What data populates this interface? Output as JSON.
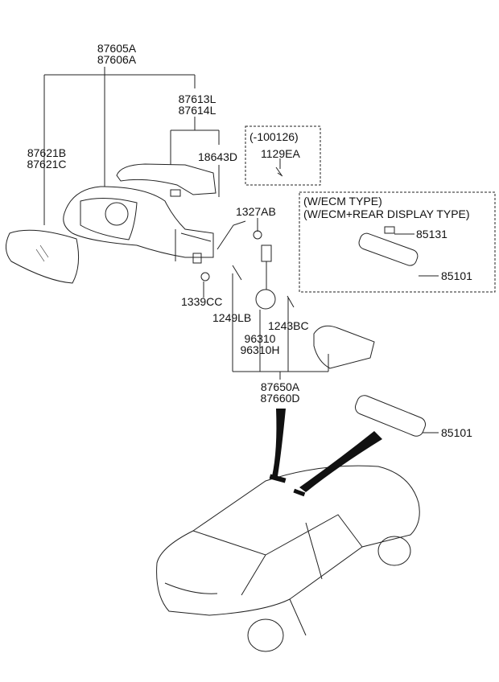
{
  "diagram": {
    "title": "Outside / Inside Rear View Mirror parts diagram",
    "callouts": {
      "mirror_assy": [
        "87605A",
        "87606A"
      ],
      "mirror_glass": [
        "87621B",
        "87621C"
      ],
      "scalp_cover": [
        "87613L",
        "87614L"
      ],
      "side_repeater": "18643D",
      "screw_box_note": "(-100126)",
      "screw": "1129EA",
      "nut_upper": "1327AB",
      "nut_lower": "1339CC",
      "screw_left": "1249LB",
      "screw_right": "1243BC",
      "camera": [
        "96310",
        "96310H"
      ],
      "garnish_assy": [
        "87650A",
        "87660D"
      ],
      "ecm_box_note": [
        "(W/ECM TYPE)",
        "(W/ECM+REAR DISPLAY TYPE)"
      ],
      "ecm_cover": "85131",
      "ecm_mirror": "85101",
      "inside_mirror": "85101"
    }
  }
}
